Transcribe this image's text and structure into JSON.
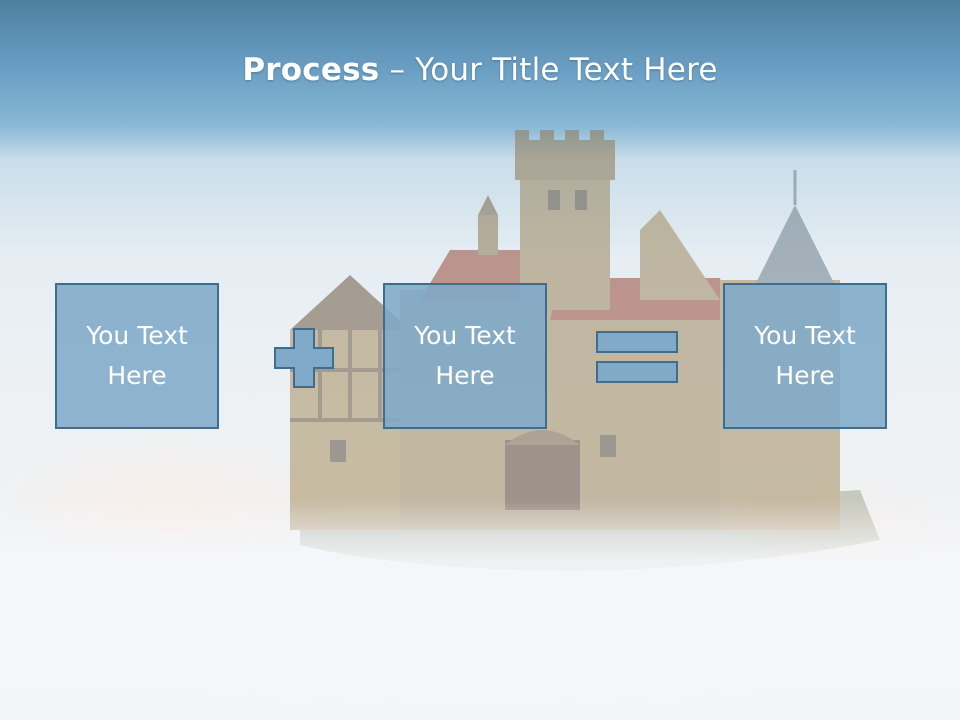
{
  "title": {
    "bold": "Process",
    "rest": " – Your Title Text Here"
  },
  "boxes": [
    {
      "text": "You Text\nHere"
    },
    {
      "text": "You Text\nHere"
    },
    {
      "text": "You Text\nHere"
    }
  ],
  "operators": {
    "first": "plus-icon",
    "second": "equals-icon"
  },
  "colors": {
    "box_fill": "#80aac8",
    "box_border": "#3e6d8e",
    "header_band": "#5a8db3",
    "title_text": "#ffffff"
  }
}
